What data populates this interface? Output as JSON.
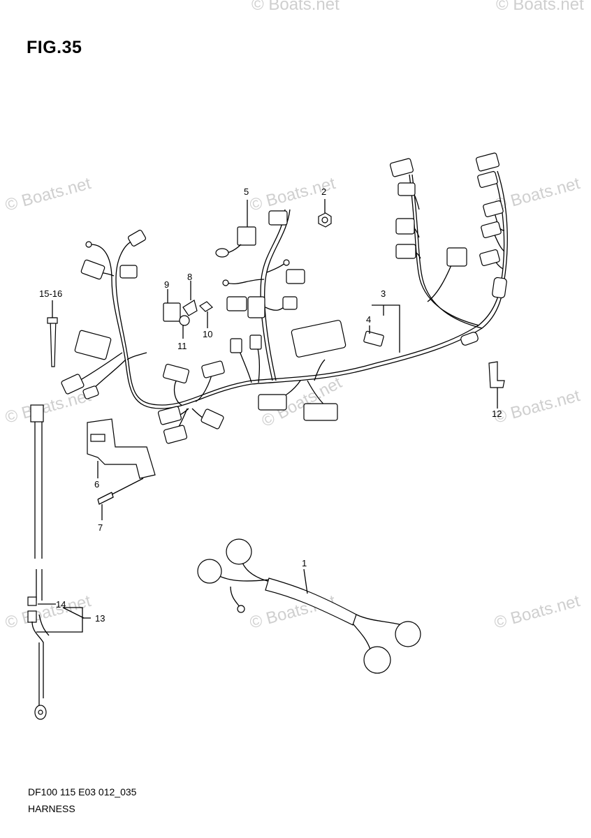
{
  "figure": {
    "title": "FIG.35",
    "footer_code": "DF100 115 E03 012_035",
    "footer_name": "HARNESS"
  },
  "watermark": "© Boats.net",
  "callouts": {
    "c1": "1",
    "c2": "2",
    "c3": "3",
    "c4": "4",
    "c5": "5",
    "c6": "6",
    "c7": "7",
    "c8": "8",
    "c9": "9",
    "c10": "10",
    "c11": "11",
    "c12": "12",
    "c13": "13",
    "c14": "14",
    "c15_16": "15-16"
  }
}
